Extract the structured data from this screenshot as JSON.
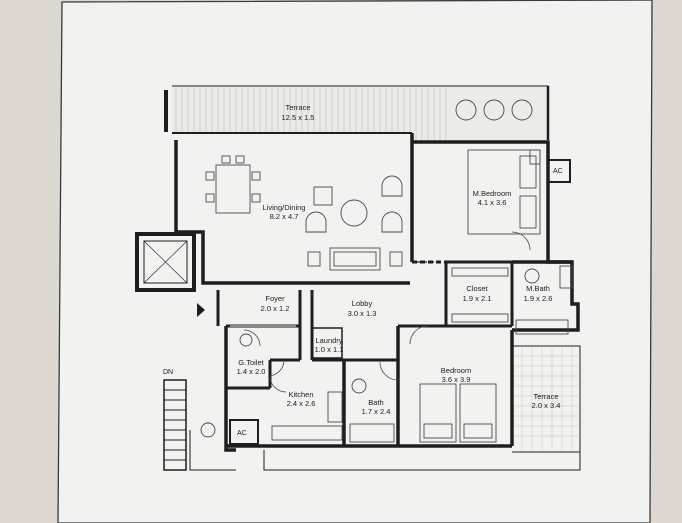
{
  "rooms": [
    {
      "id": "terrace-top",
      "name": "Terrace",
      "size": "12.5 x 1.5"
    },
    {
      "id": "living",
      "name": "Living/Dining",
      "size": "8.2 x 4.7"
    },
    {
      "id": "mbedroom",
      "name": "M.Bedroom",
      "size": "4.1 x 3.6"
    },
    {
      "id": "foyer",
      "name": "Foyer",
      "size": "2.0 x 1.2"
    },
    {
      "id": "lobby",
      "name": "Lobby",
      "size": "3.0 x 1.3"
    },
    {
      "id": "closet",
      "name": "Closet",
      "size": "1.9 x 2.1"
    },
    {
      "id": "mbath",
      "name": "M.Bath",
      "size": "1.9 x 2.6"
    },
    {
      "id": "laundry",
      "name": "Laundry",
      "size": "1.0 x 1.1"
    },
    {
      "id": "gtoilet",
      "name": "G.Toilet",
      "size": "1.4 x 2.0"
    },
    {
      "id": "kitchen",
      "name": "Kitchen",
      "size": "2.4 x 2.6"
    },
    {
      "id": "bath",
      "name": "Bath",
      "size": "1.7 x 2.4"
    },
    {
      "id": "bedroom",
      "name": "Bedroom",
      "size": "3.6 x 3.9"
    },
    {
      "id": "terrace-right",
      "name": "Terrace",
      "size": "2.0 x 3.4"
    }
  ],
  "labels": {
    "ac_bedroom": "AC",
    "ac_kitchen": "AC",
    "stair_dn": "DN"
  }
}
